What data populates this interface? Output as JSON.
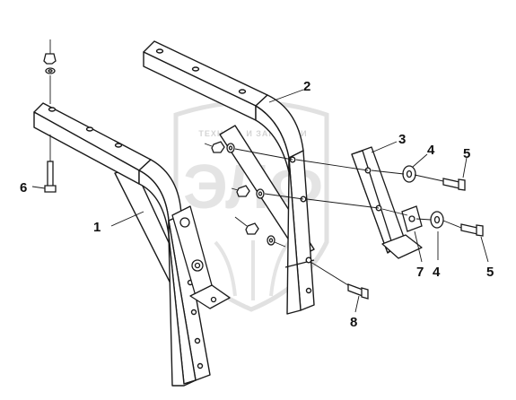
{
  "watermark": {
    "top_text": "ТЕХНИКА И ЗАПЧАСТИ",
    "big_text": "ЭЛФ",
    "color": "#d9d9d9"
  },
  "colors": {
    "stroke": "#1a1a1a",
    "fill": "#ffffff"
  },
  "callouts": [
    {
      "id": "c1",
      "label": "1"
    },
    {
      "id": "c2",
      "label": "2"
    },
    {
      "id": "c3",
      "label": "3"
    },
    {
      "id": "c4a",
      "label": "4"
    },
    {
      "id": "c4b",
      "label": "4"
    },
    {
      "id": "c5a",
      "label": "5"
    },
    {
      "id": "c5b",
      "label": "5"
    },
    {
      "id": "c6",
      "label": "6"
    },
    {
      "id": "c7",
      "label": "7"
    },
    {
      "id": "c8",
      "label": "8"
    }
  ]
}
